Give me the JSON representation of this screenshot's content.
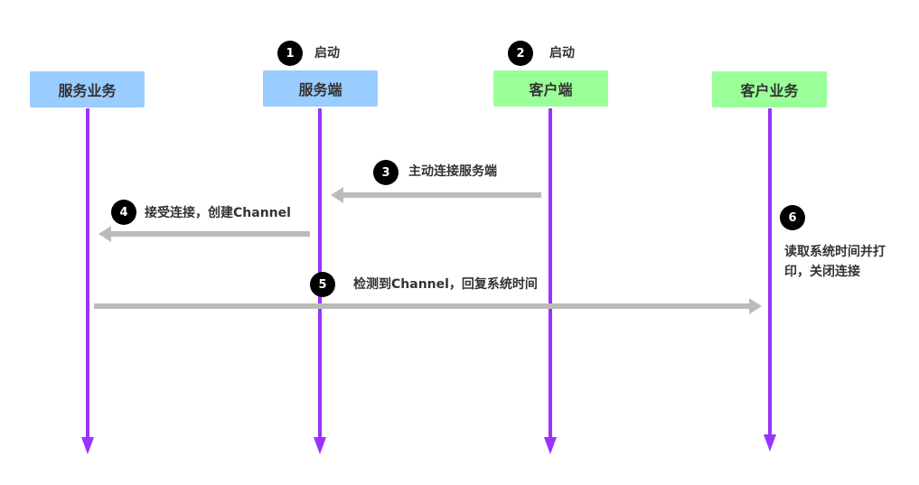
{
  "lanes": [
    {
      "name": "服务业务",
      "color": "#99ccff"
    },
    {
      "name": "服务端",
      "color": "#99ccff"
    },
    {
      "name": "客户端",
      "color": "#99ff99"
    },
    {
      "name": "客户业务",
      "color": "#99ff99"
    }
  ],
  "steps": [
    {
      "number": "1",
      "label": "启动"
    },
    {
      "number": "2",
      "label": "启动"
    },
    {
      "number": "3",
      "label": "主动连接服务端"
    },
    {
      "number": "4",
      "label": "接受连接，创建Channel"
    },
    {
      "number": "5",
      "label": "检测到Channel，回复系统时间"
    },
    {
      "number": "6",
      "label": "读取系统时间并打印，关闭连接"
    }
  ],
  "colors": {
    "lifeline": "#9933ff",
    "message_arrow": "#bbbbbb",
    "badge": "#000000"
  }
}
